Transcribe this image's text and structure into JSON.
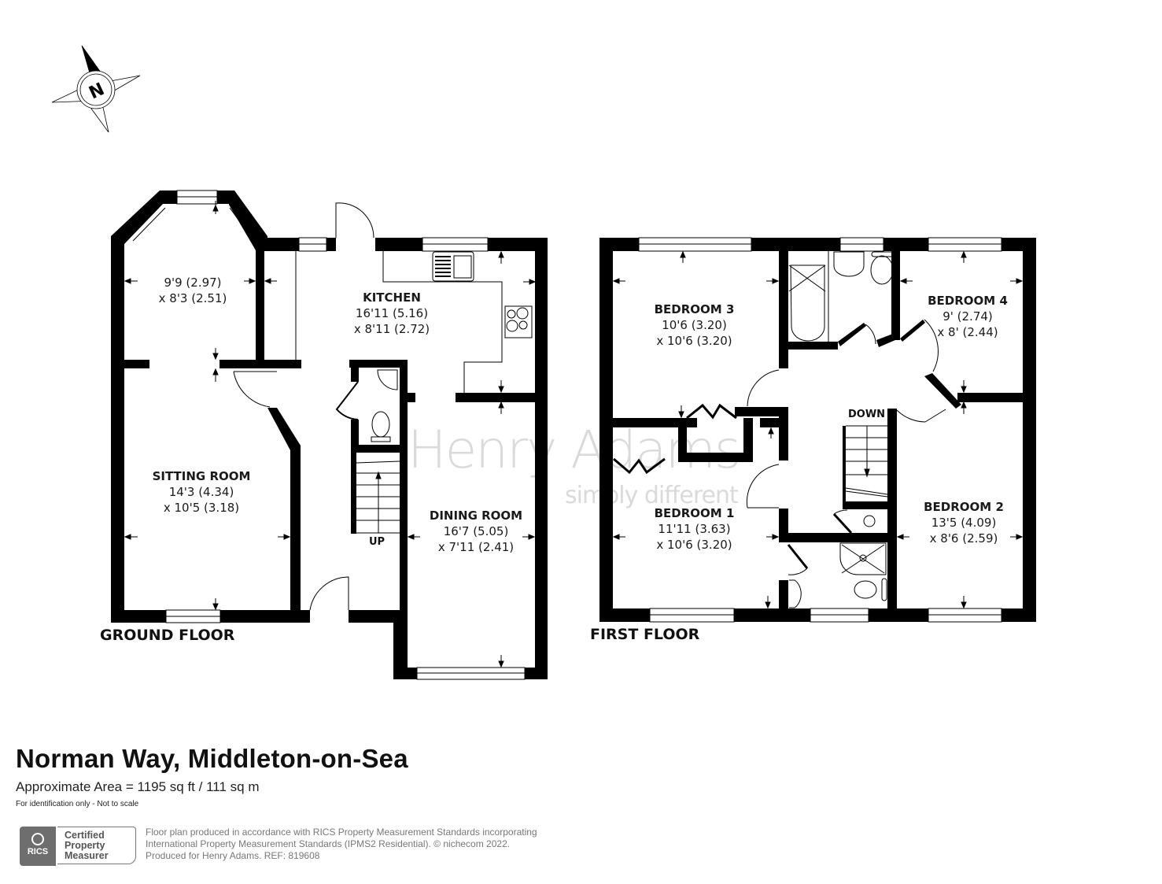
{
  "compass": {
    "label": "N",
    "icon": "compass-rose-icon"
  },
  "floors": [
    {
      "label": "GROUND FLOOR",
      "rooms": [
        {
          "name": "",
          "dims": [
            "9'9 (2.97)",
            "x 8'3 (2.51)"
          ]
        },
        {
          "name": "SITTING ROOM",
          "dims": [
            "14'3 (4.34)",
            "x 10'5 (3.18)"
          ]
        },
        {
          "name": "KITCHEN",
          "dims": [
            "16'11 (5.16)",
            "x 8'11 (2.72)"
          ]
        },
        {
          "name": "DINING ROOM",
          "dims": [
            "16'7 (5.05)",
            "x 7'11 (2.41)"
          ]
        }
      ],
      "stairs_label": "UP"
    },
    {
      "label": "FIRST FLOOR",
      "rooms": [
        {
          "name": "BEDROOM 3",
          "dims": [
            "10'6 (3.20)",
            "x 10'6 (3.20)"
          ]
        },
        {
          "name": "BEDROOM 4",
          "dims": [
            "9' (2.74)",
            "x 8' (2.44)"
          ]
        },
        {
          "name": "BEDROOM 1",
          "dims": [
            "11'11 (3.63)",
            "x 10'6 (3.20)"
          ]
        },
        {
          "name": "BEDROOM 2",
          "dims": [
            "13'5 (4.09)",
            "x 8'6 (2.59)"
          ]
        }
      ],
      "stairs_label": "DOWN"
    }
  ],
  "watermark": {
    "main": "Henry Adams",
    "sub": "simply different"
  },
  "property": {
    "title": "Norman Way, Middleton-on-Sea",
    "area": "Approximate Area = 1195 sq ft / 111 sq m",
    "note": "For identification only - Not to scale"
  },
  "footer": {
    "badge": {
      "org": "RICS",
      "lines": [
        "Certified",
        "Property",
        "Measurer"
      ]
    },
    "lines": [
      "Floor plan produced in accordance with RICS Property Measurement Standards incorporating",
      "International Property Measurement Standards (IPMS2 Residential).   © nichecom 2022.",
      "Produced for Henry Adams.   REF: 819608"
    ]
  },
  "colors": {
    "wall": "#000000",
    "watermark": "#969696",
    "footer_text": "#777777",
    "badge_gray": "#6e6e6e"
  }
}
